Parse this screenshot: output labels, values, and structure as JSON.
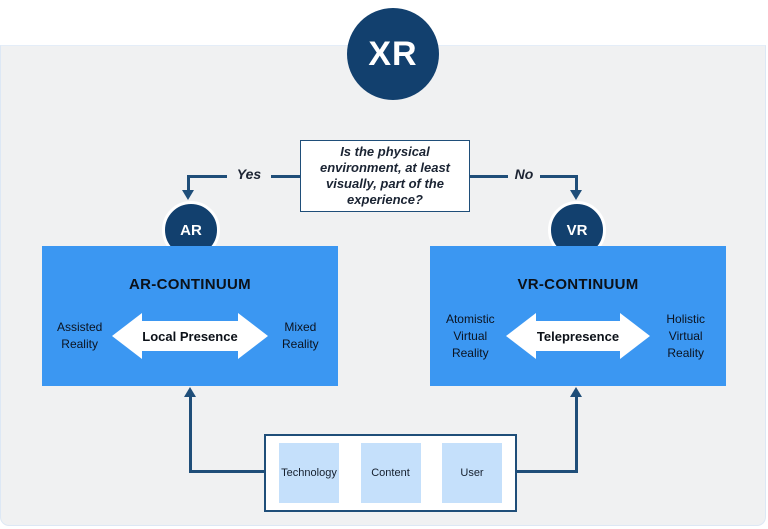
{
  "palette": {
    "background_gray": "#f0f1f2",
    "top_strip": "#ffffff",
    "navy": "#12406e",
    "connector_navy": "#1f4e79",
    "bright_blue": "#3b97f2",
    "light_blue_square": "#c5e0fb",
    "white": "#ffffff"
  },
  "xr": {
    "label": "XR"
  },
  "question": {
    "text": "Is the physical\nenvironment, at least\nvisually, part of the\nexperience?"
  },
  "branches": {
    "yes": "Yes",
    "no": "No"
  },
  "ar": {
    "node": "AR",
    "title": "AR-CONTINUUM",
    "left": "Assisted\nReality",
    "center": "Local Presence",
    "right": "Mixed\nReality"
  },
  "vr": {
    "node": "VR",
    "title": "VR-CONTINUUM",
    "left": "Atomistic\nVirtual\nReality",
    "center": "Telepresence",
    "right": "Holistic\nVirtual\nReality"
  },
  "foundation": {
    "items": [
      {
        "label": "Technology"
      },
      {
        "label": "Content"
      },
      {
        "label": "User"
      }
    ]
  }
}
